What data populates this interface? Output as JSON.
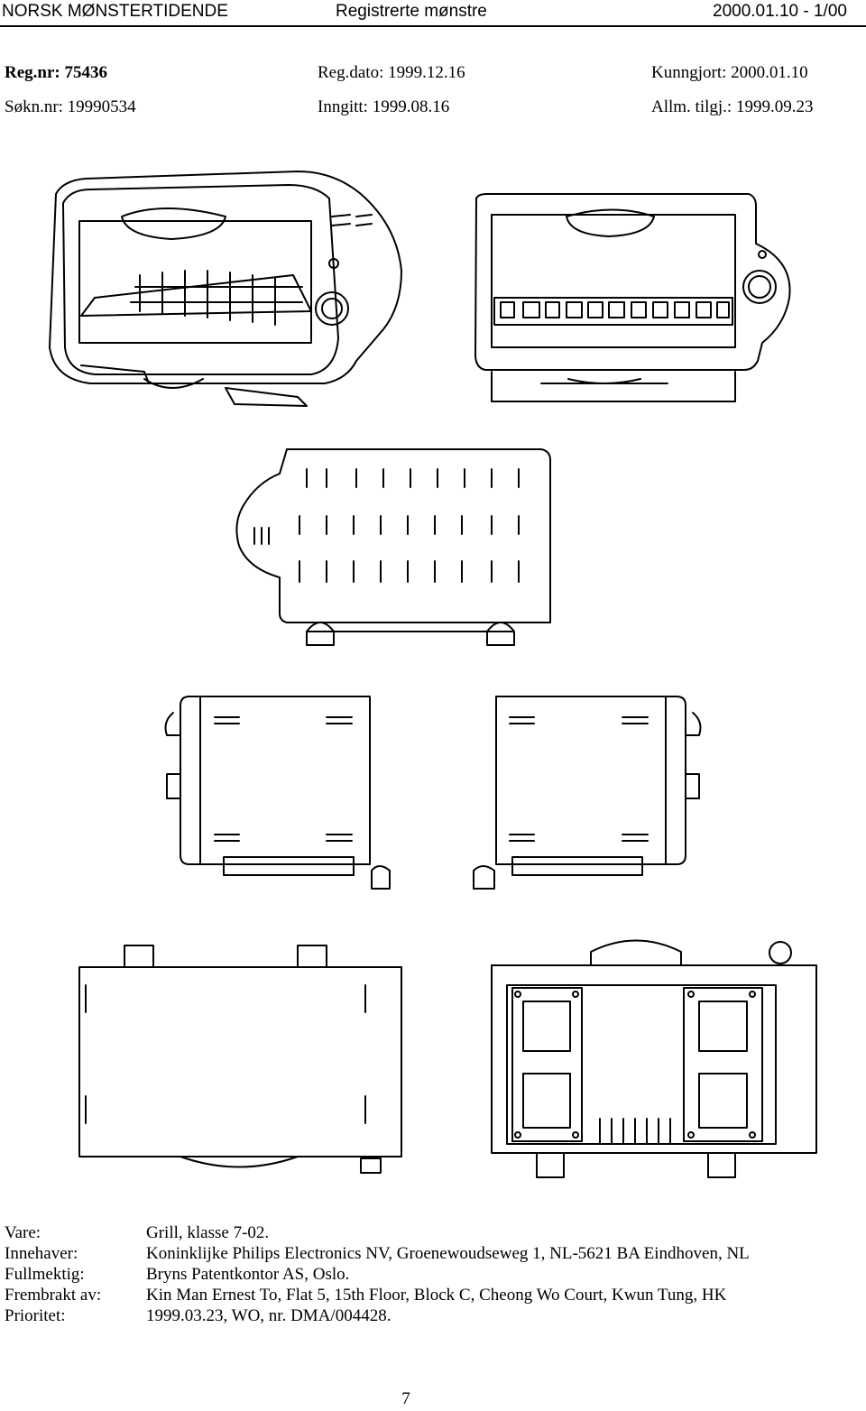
{
  "header": {
    "journal": "NORSK MØNSTERTIDENDE",
    "section": "Registrerte mønstre",
    "issue": "2000.01.10 - 1/00"
  },
  "registration": {
    "reg_nr_label": "Reg.nr: 75436",
    "reg_dato_label": "Reg.dato: 1999.12.16",
    "kunngjort_label": "Kunngjort: 2000.01.10",
    "sokn_nr_label": "Søkn.nr: 19990534",
    "inngitt_label": "Inngitt: 1999.08.16",
    "allm_tilgj_label": "Allm. tilgj.: 1999.09.23"
  },
  "fields": [
    {
      "label": "Vare:",
      "value": "Grill, klasse 7-02."
    },
    {
      "label": "Innehaver:",
      "value": "Koninklijke Philips Electronics NV, Groenewoudseweg 1, NL-5621 BA Eindhoven, NL"
    },
    {
      "label": "Fullmektig:",
      "value": "Bryns Patentkontor AS, Oslo."
    },
    {
      "label": "Frembrakt av:",
      "value": "Kin Man Ernest To, Flat 5, 15th Floor, Block C, Cheong Wo Court, Kwun Tung, HK"
    },
    {
      "label": "Prioritet:",
      "value": "1999.03.23, WO, nr. DMA/004428."
    }
  ],
  "page_number": "7"
}
